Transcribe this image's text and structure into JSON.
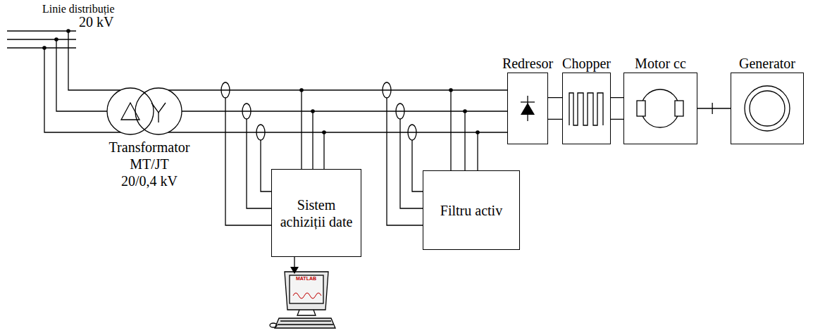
{
  "diagram": {
    "nodes": [
      {
        "text": [
          "Sistem achiziții date"
        ]
      },
      {
        "text": [
          "Filtru activ"
        ]
      },
      {
        "text": [
          "Redresor"
        ]
      },
      {
        "text": [
          "Chopper"
        ]
      },
      {
        "text": [
          "Motor cc"
        ]
      },
      {
        "text": [
          "Generator"
        ]
      }
    ],
    "edges": [
      {
        "from": 2,
        "to": 3,
        "arrow": "none"
      },
      {
        "from": 3,
        "to": 4,
        "arrow": "none"
      },
      {
        "from": 4,
        "to": 5,
        "arrow": "none"
      }
    ],
    "labels": [
      "Linie distribuție",
      "20 kV",
      "Transformator",
      "MT/JT",
      "20/0,4 kV",
      "MATLAB"
    ]
  }
}
